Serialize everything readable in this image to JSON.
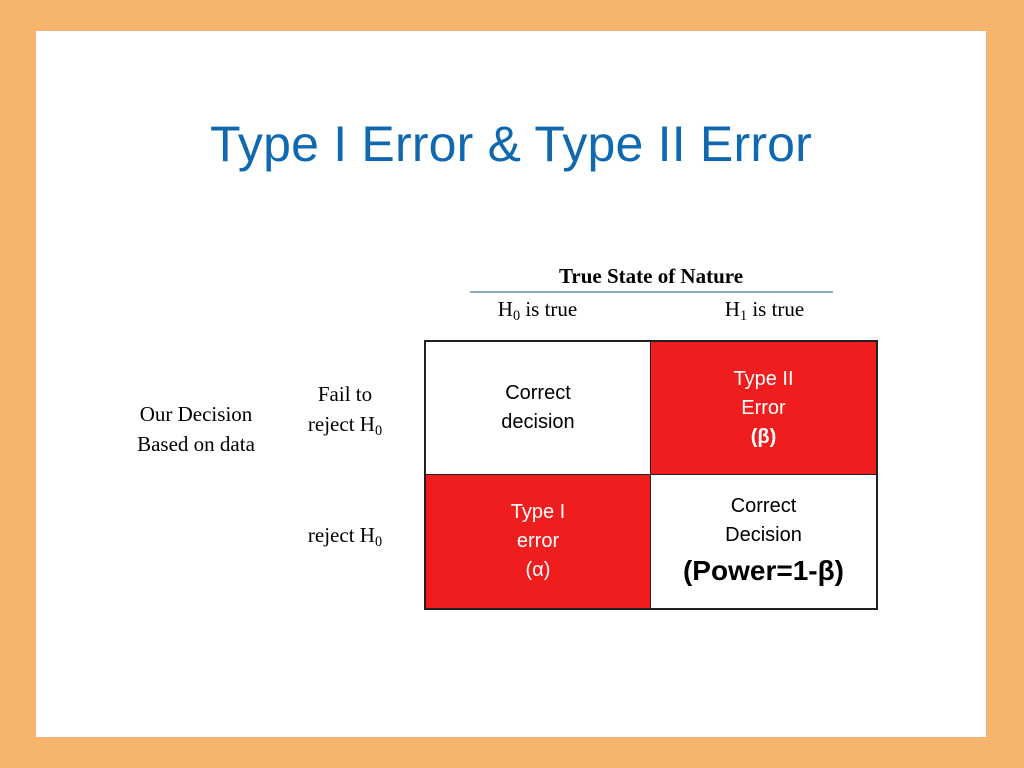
{
  "slide": {
    "title": "Type I Error & Type II Error",
    "title_color": "#1069b0",
    "frame_color": "#f5b36e",
    "canvas_color": "#ffffff"
  },
  "diagram": {
    "column_header": {
      "title": "True State of Nature",
      "rule_color": "#90a8bb",
      "columns": [
        {
          "label_main": "H",
          "label_sub": "0",
          "label_tail": " is true",
          "text": "H0 is true"
        },
        {
          "label_main": "H",
          "label_sub": "1",
          "label_tail": " is true",
          "text": "H1 is true"
        }
      ]
    },
    "row_block_label": "Our Decision Based on data",
    "rows": [
      {
        "label_lines": [
          "Fail to",
          "reject H"
        ],
        "label_sub": "0",
        "text": "Fail to reject H0"
      },
      {
        "label_lines": [
          "reject H"
        ],
        "label_sub": "0",
        "text": "reject H0"
      }
    ],
    "matrix": {
      "border_color": "#231f20",
      "red": "#ef1d1d",
      "white": "#ffffff",
      "cells": [
        {
          "row": 0,
          "col": 0,
          "style": "white",
          "lines": [
            {
              "text": "Correct",
              "emph": "none"
            },
            {
              "text": "decision",
              "emph": "none"
            }
          ]
        },
        {
          "row": 0,
          "col": 1,
          "style": "red",
          "lines": [
            {
              "text": "Type II",
              "emph": "none"
            },
            {
              "text": "Error",
              "emph": "none"
            },
            {
              "text": "(β)",
              "emph": "bold"
            }
          ]
        },
        {
          "row": 1,
          "col": 0,
          "style": "red",
          "lines": [
            {
              "text": "Type I",
              "emph": "none"
            },
            {
              "text": "error",
              "emph": "none"
            },
            {
              "text": "(α)",
              "emph": "none"
            }
          ]
        },
        {
          "row": 1,
          "col": 1,
          "style": "white",
          "lines": [
            {
              "text": "Correct",
              "emph": "none"
            },
            {
              "text": "Decision",
              "emph": "none"
            },
            {
              "text": "(Power=1-β)",
              "emph": "power"
            }
          ]
        }
      ]
    }
  }
}
